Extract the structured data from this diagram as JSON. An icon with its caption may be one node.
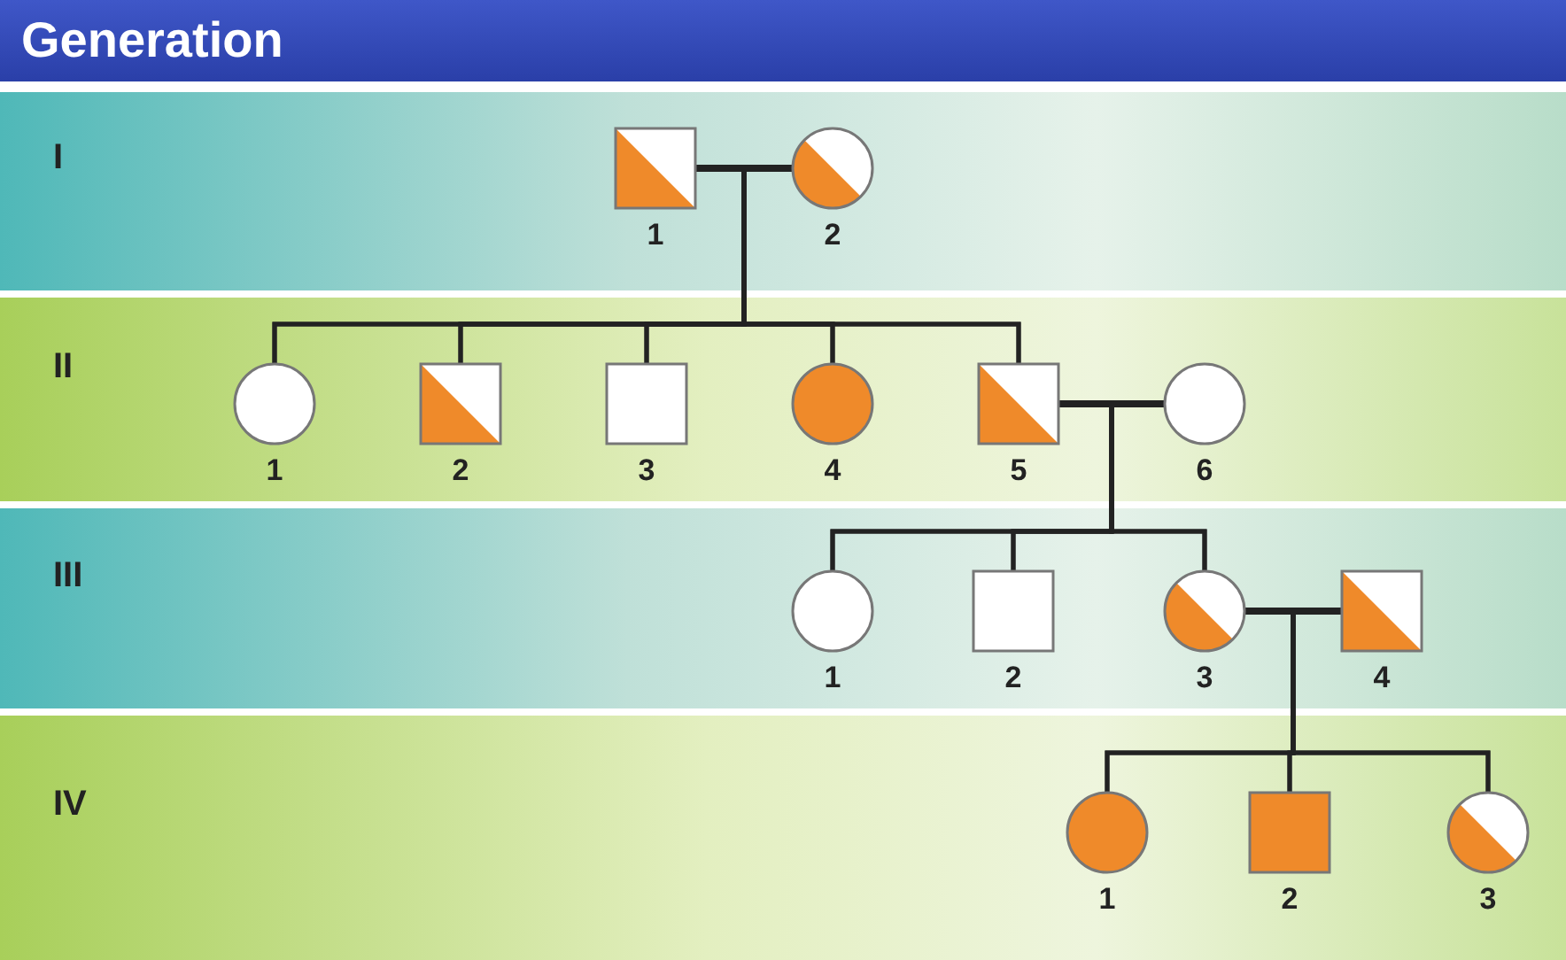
{
  "diagram": {
    "title": "Generation",
    "nodes": [
      {
        "text": [
          "I"
        ]
      },
      {
        "text": [],
        "shape": "box",
        "beside": [
          "1"
        ],
        "in": 0
      },
      {
        "text": [],
        "shape": "circle",
        "beside": [
          "2"
        ],
        "in": 0
      },
      {
        "text": [
          "II"
        ]
      },
      {
        "text": [],
        "shape": "circle",
        "beside": [
          "1"
        ],
        "in": 3
      },
      {
        "text": [],
        "shape": "box",
        "beside": [
          "2"
        ],
        "in": 3
      },
      {
        "text": [],
        "shape": "box",
        "beside": [
          "3"
        ],
        "in": 3
      },
      {
        "text": [],
        "shape": "circle",
        "beside": [
          "4"
        ],
        "in": 3
      },
      {
        "text": [],
        "shape": "box",
        "beside": [
          "5"
        ],
        "in": 3
      },
      {
        "text": [],
        "shape": "circle",
        "beside": [
          "6"
        ],
        "in": 3
      },
      {
        "text": [
          "III"
        ]
      },
      {
        "text": [],
        "shape": "circle",
        "beside": [
          "1"
        ],
        "in": 10
      },
      {
        "text": [],
        "shape": "box",
        "beside": [
          "2"
        ],
        "in": 10
      },
      {
        "text": [],
        "shape": "circle",
        "beside": [
          "3"
        ],
        "in": 10
      },
      {
        "text": [],
        "shape": "box",
        "beside": [
          "4"
        ],
        "in": 10
      },
      {
        "text": [
          "IV"
        ]
      },
      {
        "text": [],
        "shape": "circle",
        "beside": [
          "1"
        ],
        "in": 15
      },
      {
        "text": [],
        "shape": "box",
        "beside": [
          "2"
        ],
        "in": 15
      },
      {
        "text": [],
        "shape": "circle",
        "beside": [
          "3"
        ],
        "in": 15
      }
    ],
    "edges": [
      {
        "from": 1,
        "to": 2,
        "arrow": "none"
      },
      {
        "from": 1,
        "to": 4,
        "arrow": "none"
      },
      {
        "from": 1,
        "to": 5,
        "arrow": "none"
      },
      {
        "from": 1,
        "to": 6,
        "arrow": "none"
      },
      {
        "from": 1,
        "to": 7,
        "arrow": "none"
      },
      {
        "from": 1,
        "to": 8,
        "arrow": "none"
      },
      {
        "from": 2,
        "to": 4,
        "arrow": "none"
      },
      {
        "from": 2,
        "to": 5,
        "arrow": "none"
      },
      {
        "from": 2,
        "to": 6,
        "arrow": "none"
      },
      {
        "from": 2,
        "to": 7,
        "arrow": "none"
      },
      {
        "from": 2,
        "to": 8,
        "arrow": "none"
      },
      {
        "from": 8,
        "to": 9,
        "arrow": "none"
      },
      {
        "from": 8,
        "to": 11,
        "arrow": "none"
      },
      {
        "from": 8,
        "to": 12,
        "arrow": "none"
      },
      {
        "from": 8,
        "to": 13,
        "arrow": "none"
      },
      {
        "from": 9,
        "to": 11,
        "arrow": "none"
      },
      {
        "from": 9,
        "to": 12,
        "arrow": "none"
      },
      {
        "from": 9,
        "to": 13,
        "arrow": "none"
      },
      {
        "from": 13,
        "to": 14,
        "arrow": "none"
      },
      {
        "from": 13,
        "to": 16,
        "arrow": "none"
      },
      {
        "from": 13,
        "to": 17,
        "arrow": "none"
      },
      {
        "from": 13,
        "to": 18,
        "arrow": "none"
      },
      {
        "from": 14,
        "to": 16,
        "arrow": "none"
      },
      {
        "from": 14,
        "to": 17,
        "arrow": "none"
      },
      {
        "from": 14,
        "to": 18,
        "arrow": "none"
      }
    ]
  }
}
